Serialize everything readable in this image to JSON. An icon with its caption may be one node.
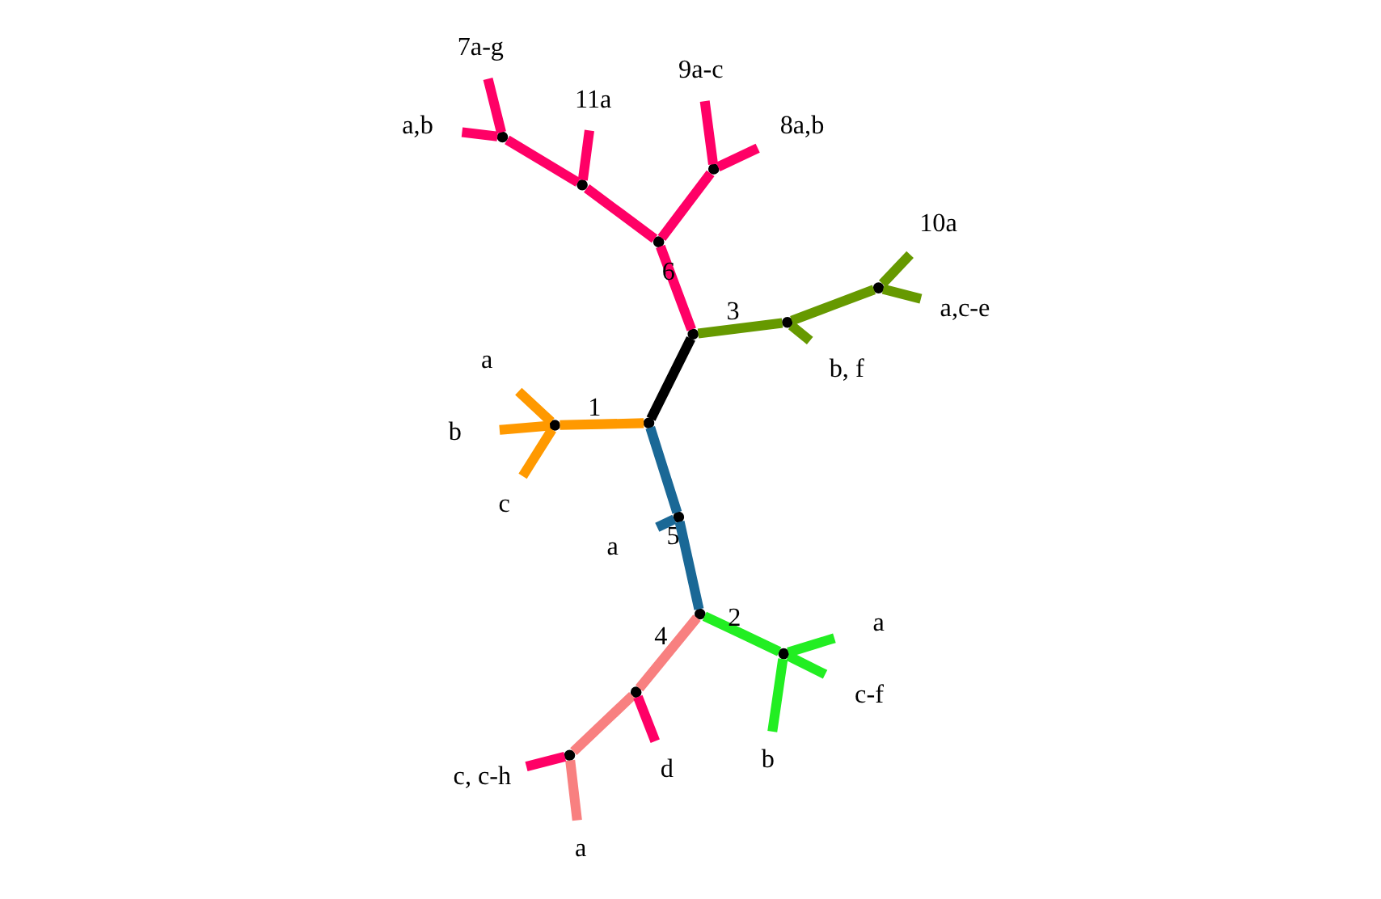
{
  "diagram": {
    "nodes": [
      {
        "text": [],
        "shape": "point"
      },
      {
        "text": [],
        "shape": "point"
      },
      {
        "text": [],
        "shape": "point"
      },
      {
        "text": [
          "a"
        ]
      },
      {
        "text": [],
        "shape": "point"
      },
      {
        "text": [],
        "shape": "point"
      },
      {
        "text": [],
        "shape": "point"
      },
      {
        "text": [
          "a"
        ]
      },
      {
        "text": [
          "c, c-h"
        ]
      },
      {
        "text": [
          "d"
        ]
      },
      {
        "text": [],
        "shape": "point"
      },
      {
        "text": [
          "b"
        ]
      },
      {
        "text": [
          "c-f"
        ]
      },
      {
        "text": [
          "a"
        ]
      },
      {
        "text": [],
        "shape": "point"
      },
      {
        "text": [
          "b"
        ]
      },
      {
        "text": [
          "c"
        ]
      },
      {
        "text": [
          "a"
        ]
      },
      {
        "text": [],
        "shape": "point"
      },
      {
        "text": [],
        "shape": "point"
      },
      {
        "text": [],
        "shape": "point"
      },
      {
        "text": [
          "a,b"
        ]
      },
      {
        "text": [
          "7a-g"
        ]
      },
      {
        "text": [
          "11a"
        ]
      },
      {
        "text": [],
        "shape": "point"
      },
      {
        "text": [
          "8a,b"
        ]
      },
      {
        "text": [
          "9a-c"
        ]
      },
      {
        "text": [],
        "shape": "point"
      },
      {
        "text": [],
        "shape": "point"
      },
      {
        "text": [
          "b, f"
        ]
      },
      {
        "text": [
          "10a"
        ]
      },
      {
        "text": [
          "a,c-e"
        ]
      }
    ],
    "edges": [
      {
        "from": 0,
        "to": 1,
        "arrow": "none",
        "color": "#000000"
      },
      {
        "from": 0,
        "to": 2,
        "arrow": "none",
        "color": "#1a6896"
      },
      {
        "from": 2,
        "to": 3,
        "arrow": "none",
        "label": "5",
        "color": "#1a6896"
      },
      {
        "from": 2,
        "to": 4,
        "arrow": "none",
        "color": "#1a6896"
      },
      {
        "from": 4,
        "to": 5,
        "arrow": "none",
        "label": "4",
        "color": "#f88080"
      },
      {
        "from": 5,
        "to": 6,
        "arrow": "none",
        "color": "#f88080"
      },
      {
        "from": 6,
        "to": 7,
        "arrow": "none",
        "color": "#f88080"
      },
      {
        "from": 6,
        "to": 8,
        "arrow": "none",
        "color": "#ff0066"
      },
      {
        "from": 5,
        "to": 9,
        "arrow": "none",
        "color": "#ff0066"
      },
      {
        "from": 4,
        "to": 10,
        "arrow": "none",
        "label": "2",
        "color": "#22ee22"
      },
      {
        "from": 10,
        "to": 11,
        "arrow": "none",
        "color": "#22ee22"
      },
      {
        "from": 10,
        "to": 12,
        "arrow": "none",
        "color": "#22ee22"
      },
      {
        "from": 10,
        "to": 13,
        "arrow": "none",
        "color": "#22ee22"
      },
      {
        "from": 0,
        "to": 14,
        "arrow": "none",
        "label": "1",
        "color": "#ff9900"
      },
      {
        "from": 14,
        "to": 15,
        "arrow": "none",
        "color": "#ff9900"
      },
      {
        "from": 14,
        "to": 16,
        "arrow": "none",
        "color": "#ff9900"
      },
      {
        "from": 14,
        "to": 17,
        "arrow": "none",
        "color": "#ff9900"
      },
      {
        "from": 1,
        "to": 18,
        "arrow": "none",
        "label": "6",
        "color": "#ff0066"
      },
      {
        "from": 18,
        "to": 19,
        "arrow": "none",
        "color": "#ff0066"
      },
      {
        "from": 19,
        "to": 20,
        "arrow": "none",
        "color": "#ff0066"
      },
      {
        "from": 20,
        "to": 21,
        "arrow": "none",
        "color": "#ff0066"
      },
      {
        "from": 20,
        "to": 22,
        "arrow": "none",
        "color": "#ff0066"
      },
      {
        "from": 19,
        "to": 23,
        "arrow": "none",
        "color": "#ff0066"
      },
      {
        "from": 18,
        "to": 24,
        "arrow": "none",
        "color": "#ff0066"
      },
      {
        "from": 24,
        "to": 25,
        "arrow": "none",
        "color": "#ff0066"
      },
      {
        "from": 24,
        "to": 26,
        "arrow": "none",
        "color": "#ff0066"
      },
      {
        "from": 1,
        "to": 27,
        "arrow": "none",
        "label": "3",
        "color": "#669900"
      },
      {
        "from": 27,
        "to": 29,
        "arrow": "none",
        "color": "#669900"
      },
      {
        "from": 27,
        "to": 28,
        "arrow": "none",
        "color": "#669900"
      },
      {
        "from": 28,
        "to": 30,
        "arrow": "none",
        "color": "#669900"
      },
      {
        "from": 28,
        "to": 31,
        "arrow": "none",
        "color": "#669900"
      }
    ]
  }
}
